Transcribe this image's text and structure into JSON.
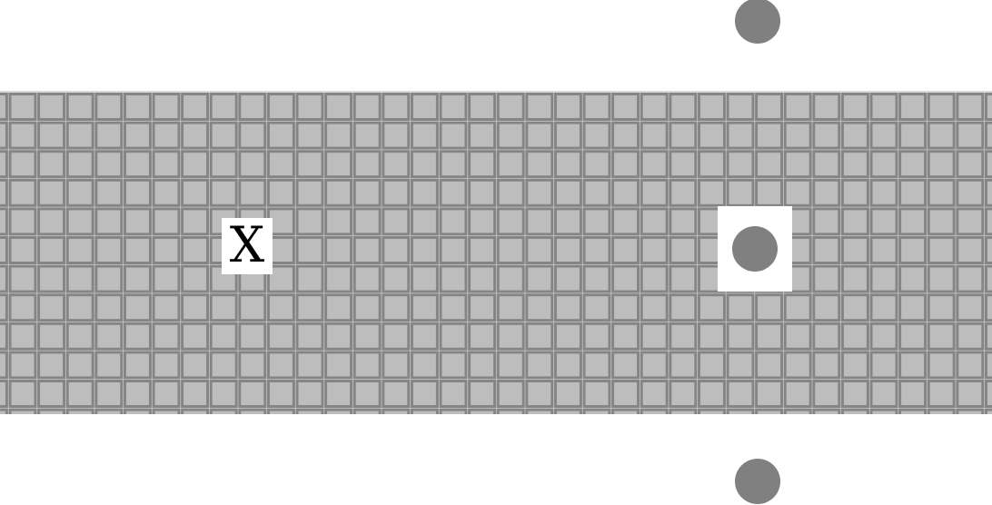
{
  "board": {
    "tile_color": "#bdbdbd",
    "groove_color": "#858585",
    "highlight_color": "#d9d9d9"
  },
  "marker": {
    "label": "X"
  },
  "player": {
    "icon": "circle-token-icon",
    "color": "#808080"
  },
  "tokens": [
    {
      "name": "top-circle-token",
      "icon": "circle-token-icon",
      "color": "#808080"
    },
    {
      "name": "bottom-circle-token",
      "icon": "circle-token-icon",
      "color": "#808080"
    }
  ]
}
